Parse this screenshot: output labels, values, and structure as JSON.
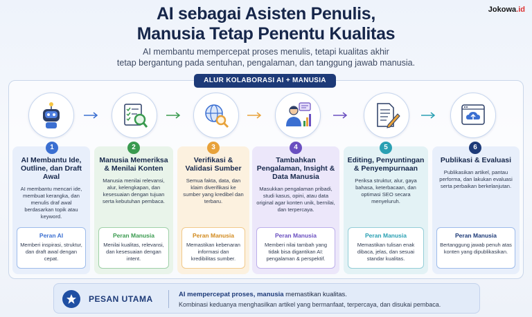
{
  "brand": {
    "name": "Jokowa",
    "suffix": ".id"
  },
  "header": {
    "title_line1": "AI sebagai Asisten Penulis,",
    "title_line2": "Manusia Tetap Penentu Kualitas",
    "subtitle_line1": "AI membantu mempercepat proses menulis, tetapi kualitas akhir",
    "subtitle_line2": "tetap bergantung pada sentuhan, pengalaman, dan tanggung jawab manusia."
  },
  "flow_label": "ALUR KOLABORASI AI + MANUSIA",
  "colors": {
    "blue": "#3b6fd1",
    "green": "#3a9a4f",
    "orange": "#e8a23a",
    "purple": "#6a4fc0",
    "teal": "#2aa0b3",
    "navy": "#1d3a78"
  },
  "steps": [
    {
      "number": "1",
      "icon": "robot-icon",
      "title": "AI Membantu Ide, Outline, dan Draft Awal",
      "desc": "AI membantu mencari ide, membuat kerangka, dan menulis draf awal berdasarkan topik atau keyword.",
      "role_title": "Peran AI",
      "role_desc": "Memberi inspirasi, struktur, dan draft awal dengan cepat."
    },
    {
      "number": "2",
      "icon": "checklist-magnifier-icon",
      "title": "Manusia Memeriksa & Menilai Konten",
      "desc": "Manusia menilai relevansi, alur, kelengkapan, dan kesesuaian dengan tujuan serta kebutuhan pembaca.",
      "role_title": "Peran Manusia",
      "role_desc": "Menilai kualitas, relevansi, dan kesesuaian dengan intent."
    },
    {
      "number": "3",
      "icon": "globe-magnifier-icon",
      "title": "Verifikasi & Validasi Sumber",
      "desc": "Semua fakta, data, dan klaim diverifikasi ke sumber yang kredibel dan terbaru.",
      "role_title": "Peran Manusia",
      "role_desc": "Memastikan kebenaran informasi dan kredibilitas sumber."
    },
    {
      "number": "4",
      "icon": "person-chart-icon",
      "title": "Tambahkan Pengalaman, Insight & Data Manusia",
      "desc": "Masukkan pengalaman pribadi, studi kasus, opini, atau data original agar konten unik, bernilai, dan terpercaya.",
      "role_title": "Peran Manusia",
      "role_desc": "Memberi nilai tambah yang tidak bisa digantikan AI: pengalaman & perspektif."
    },
    {
      "number": "5",
      "icon": "document-pencil-icon",
      "title": "Editing, Penyuntingan & Penyempurnaan",
      "desc": "Periksa struktur, alur, gaya bahasa, keterbacaan, dan optimasi SEO secara menyeluruh.",
      "role_title": "Peran Manusia",
      "role_desc": "Memastikan tulisan enak dibaca, jelas, dan sesuai standar kualitas."
    },
    {
      "number": "6",
      "icon": "browser-upload-icon",
      "title": "Publikasi & Evaluasi",
      "desc": "Publikasikan artikel, pantau performa, dan lakukan evaluasi serta perbaikan berkelanjutan.",
      "role_title": "Peran Manusia",
      "role_desc": "Bertanggung jawab penuh atas konten yang dipublikasikan."
    }
  ],
  "message": {
    "label": "PESAN UTAMA",
    "line1_bold": "AI mempercepat proses, manusia",
    "line1_rest": " memastikan kualitas.",
    "line2": "Kombinasi keduanya menghasilkan artikel yang bermanfaat, terpercaya, dan disukai pembaca."
  }
}
